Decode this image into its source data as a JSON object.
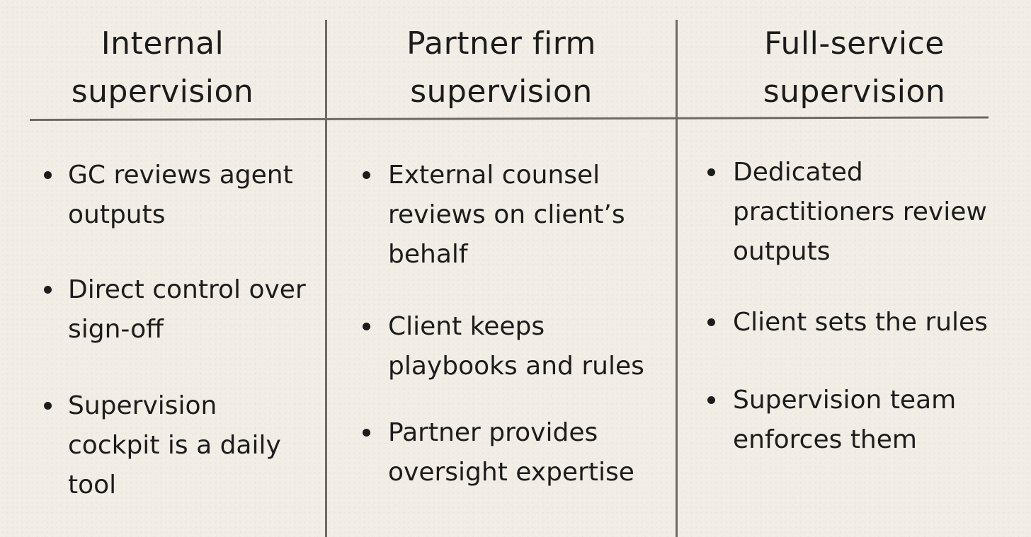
{
  "columns": [
    {
      "title": "Internal supervision",
      "bullets": [
        "GC reviews agent outputs",
        "Direct control over sign-off",
        "Supervision cockpit is a daily tool"
      ]
    },
    {
      "title": "Partner firm supervision",
      "bullets": [
        "External counsel reviews on client’s behalf",
        "Client keeps playbooks and rules",
        "Partner provides oversight expertise"
      ]
    },
    {
      "title": "Full-service supervision",
      "bullets": [
        "Dedicated practitioners review outputs",
        "Client sets the rules",
        "Supervision team enforces them"
      ]
    }
  ],
  "colors": {
    "paper": "#f2eee6",
    "ink": "#1c1c1c",
    "rule": "#6e6a63"
  }
}
